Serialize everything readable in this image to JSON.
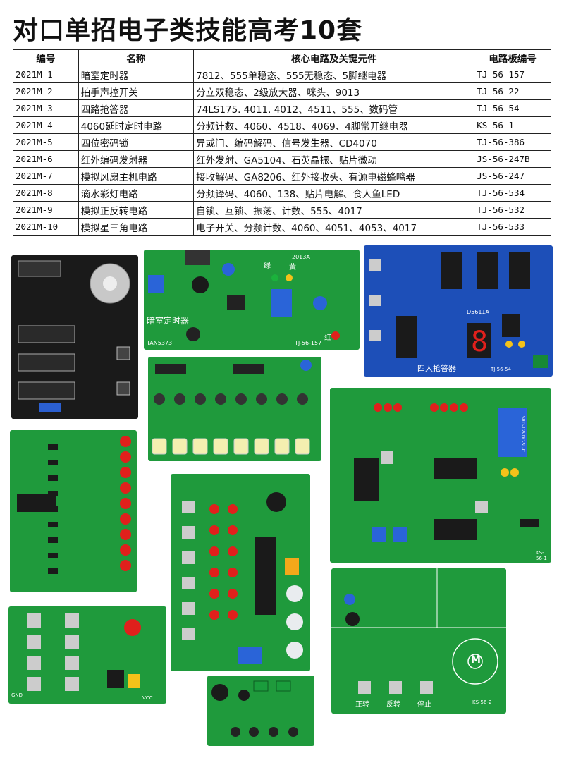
{
  "page": {
    "title": "对口单招电子类技能高考10套"
  },
  "table": {
    "headers": [
      "编号",
      "名称",
      "核心电路及关键元件",
      "电路板编号"
    ],
    "rows": [
      [
        "2021M-1",
        "暗室定时器",
        "7812、555单稳态、555无稳态、5脚继电器",
        "TJ-56-157"
      ],
      [
        "2021M-2",
        "拍手声控开关",
        "分立双稳态、2级放大器、咪头、9013",
        "TJ-56-22"
      ],
      [
        "2021M-3",
        "四路抢答器",
        "74LS175. 4011. 4012、4511、555、数码管",
        "TJ-56-54"
      ],
      [
        "2021M-4",
        "4060延时定时电路",
        "分频计数、4060、4518、4069、4脚常开继电器",
        "KS-56-1"
      ],
      [
        "2021M-5",
        "四位密码锁",
        "异或门、编码解码、信号发生器、CD4070",
        "TJ-56-386"
      ],
      [
        "2021M-6",
        "红外编码发射器",
        "红外发射、GA5104、石英晶振、贴片微动",
        "JS-56-247B"
      ],
      [
        "2021M-7",
        "模拟风扇主机电路",
        "接收解码、GA8206、红外接收头、有源电磁蜂鸣器",
        "JS-56-247"
      ],
      [
        "2021M-8",
        "滴水彩灯电路",
        "分频译码、4060、138、贴片电解、食人鱼LED",
        "TJ-56-534"
      ],
      [
        "2021M-9",
        "模拟正反转电路",
        "自锁、互锁、振荡、计数、555、4017",
        "TJ-56-532"
      ],
      [
        "2021M-10",
        "模拟星三角电路",
        "电子开关、分频计数、4060、4051、4053、4017",
        "TJ-56-533"
      ]
    ]
  },
  "boards": {
    "dark_timer": {
      "label": "暗室定时器",
      "brand": "TAN5373",
      "code": "TJ-56-157",
      "year": "2013A",
      "green": "绿",
      "yellow": "黄",
      "red": "红"
    },
    "quiz": {
      "label": "四人抢答器",
      "display": "D5611A",
      "code": "TJ-56-54"
    },
    "relay_board": {
      "code": "KS-56-1",
      "relay": "SRD-12VDC-SL-C"
    },
    "motor": {
      "fwd": "正转",
      "rev": "反转",
      "stop": "停止",
      "code": "KS-56-2",
      "motor": "M"
    },
    "keypad": {
      "vcc": "VCC",
      "gnd": "GND"
    }
  },
  "colors": {
    "pcb_green": "#1f9a3c",
    "pcb_blue": "#1d4fb8",
    "pcb_black": "#1a1a1a",
    "led_red": "#e0201c"
  }
}
